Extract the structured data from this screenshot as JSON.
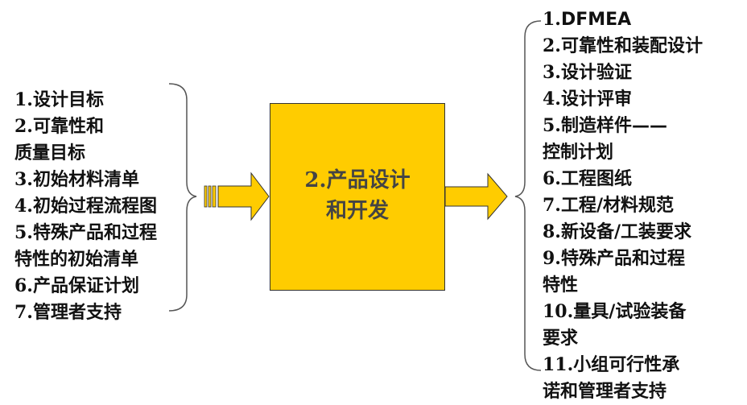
{
  "inputs": {
    "items": [
      {
        "num": "1.",
        "text": "设计目标"
      },
      {
        "num": "2.",
        "text": "可靠性和"
      },
      {
        "num": "",
        "text": "质量目标"
      },
      {
        "num": "3.",
        "text": "初始材料清单"
      },
      {
        "num": "4.",
        "text": "初始过程流程图"
      },
      {
        "num": "5.",
        "text": "特殊产品和过程"
      },
      {
        "num": "",
        "text": "特性的初始清单"
      },
      {
        "num": "6.",
        "text": "产品保证计划"
      },
      {
        "num": "7.",
        "text": "管理者支持"
      }
    ]
  },
  "process": {
    "num": "2.",
    "line1": "产品设计",
    "line2": "和开发"
  },
  "outputs": {
    "items": [
      {
        "num": "1.",
        "text": "DFMEA"
      },
      {
        "num": "2.",
        "text": "可靠性和装配设计"
      },
      {
        "num": "3.",
        "text": "设计验证"
      },
      {
        "num": "4.",
        "text": "设计评审"
      },
      {
        "num": "5.",
        "text": "制造样件——"
      },
      {
        "num": "",
        "text": "控制计划"
      },
      {
        "num": "6.",
        "text": "工程图纸"
      },
      {
        "num": "7.",
        "text": "工程/材料规范"
      },
      {
        "num": "8.",
        "text": "新设备/工装要求"
      },
      {
        "num": "9.",
        "text": "特殊产品和过程"
      },
      {
        "num": "",
        "text": "特性"
      },
      {
        "num": "10.",
        "text": "量具/试验装备"
      },
      {
        "num": "",
        "text": "要求"
      },
      {
        "num": "11.",
        "text": "小组可行性承"
      },
      {
        "num": "",
        "text": "诺和管理者支持"
      }
    ]
  },
  "colors": {
    "box_fill": "#ffcc00",
    "arrow_fill": "#ffcc00",
    "outline": "#333333",
    "brace": "#555555"
  }
}
